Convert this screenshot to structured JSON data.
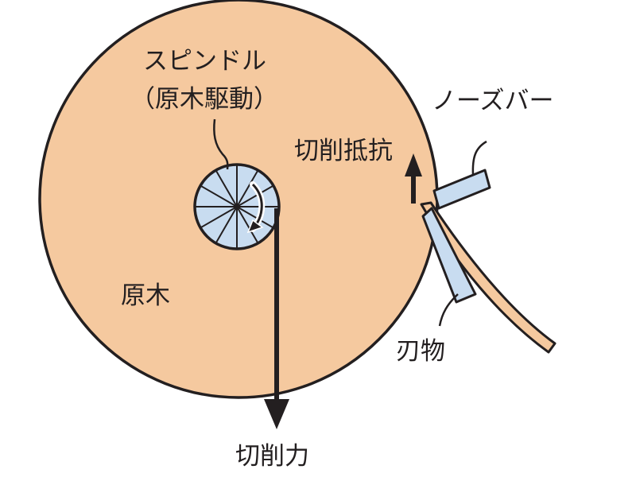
{
  "labels": {
    "spindle_line1": "スピンドル",
    "spindle_line2": "（原木駆動）",
    "cutting_resistance": "切削抵抗",
    "nose_bar": "ノーズバー",
    "log": "原木",
    "knife": "刃物",
    "cutting_force": "切削力"
  },
  "colors": {
    "log_fill": "#f5c99f",
    "spindle_fill": "#c8dcf0",
    "bar_fill": "#c8dcf0",
    "veneer_fill": "#f5c99f",
    "stroke": "#231f20"
  }
}
